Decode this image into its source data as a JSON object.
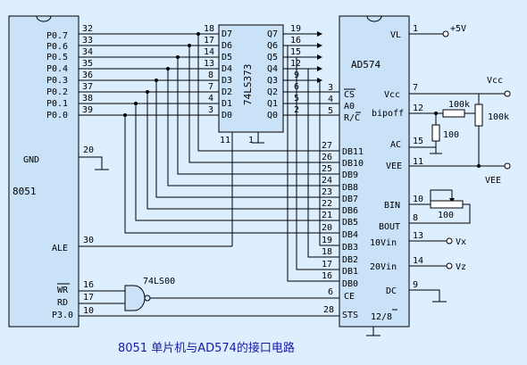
{
  "chip_8051": {
    "name": "8051",
    "ports": [
      "P0.7",
      "P0.6",
      "P0.5",
      "P0.4",
      "P0.3",
      "P0.2",
      "P0.1",
      "P0.0"
    ],
    "port_pins": [
      "32",
      "33",
      "34",
      "35",
      "36",
      "37",
      "38",
      "39"
    ],
    "gnd": "GND",
    "gnd_pin": "20",
    "ale": "ALE",
    "ale_pin": "30",
    "wr": "WR",
    "wr_pin": "16",
    "rd": "RD",
    "rd_pin": "17",
    "p30": "P3.0",
    "p30_pin": "10"
  },
  "chip_74ls373": {
    "name": "74LS373",
    "d_labels": [
      "D7",
      "D6",
      "D5",
      "D4",
      "D3",
      "D2",
      "D1",
      "D0"
    ],
    "d_pins": [
      "18",
      "17",
      "14",
      "13",
      "8",
      "7",
      "4",
      "3"
    ],
    "q_labels": [
      "Q7",
      "Q6",
      "Q5",
      "Q4",
      "Q3",
      "Q2",
      "Q1",
      "Q0"
    ],
    "q_pins": [
      "19",
      "16",
      "15",
      "12",
      "9",
      "6",
      "5",
      "2"
    ],
    "pin_11": "11",
    "pin_1": "1"
  },
  "chip_ad574": {
    "name": "AD574",
    "vl": "VL",
    "vl_pin": "1",
    "supply": "+5V",
    "cs": "CS",
    "cs_pin": "3",
    "a0": "A0",
    "a0_pin": "4",
    "rc": "R/C",
    "rc_pin": "5",
    "vcc": "Vcc",
    "vcc_pin": "7",
    "bipoff": "bipoff",
    "bipoff_pin": "12",
    "ac": "AC",
    "ac_pin": "15",
    "vee": "VEE",
    "vee_pin": "11",
    "db_labels": [
      "DB11",
      "DB10",
      "DB9",
      "DB8",
      "DB7",
      "DB6",
      "DB5",
      "DB4",
      "DB3",
      "DB2",
      "DB1",
      "DB0"
    ],
    "db_pins": [
      "27",
      "26",
      "25",
      "24",
      "23",
      "22",
      "21",
      "20",
      "19",
      "18",
      "17",
      "16"
    ],
    "ce": "CE",
    "ce_pin": "6",
    "sts": "STS",
    "sts_pin": "28",
    "bin": "BIN",
    "bin_pin": "10",
    "bout": "BOUT",
    "bout_pin": "8",
    "vin10": "10Vin",
    "vin10_pin": "13",
    "vin20": "20Vin",
    "vin20_pin": "14",
    "dc": "DC",
    "dc_pin": "9",
    "mode": "12/8"
  },
  "gate": {
    "name": "74LS00"
  },
  "external": {
    "vcc_label": "Vcc",
    "vee_label": "VEE",
    "r1": "100k",
    "r2": "100k",
    "r3": "100",
    "r4": "100",
    "vx": "Vx",
    "vz": "Vz"
  },
  "caption": "8051  单片机与AD574的接口电路"
}
